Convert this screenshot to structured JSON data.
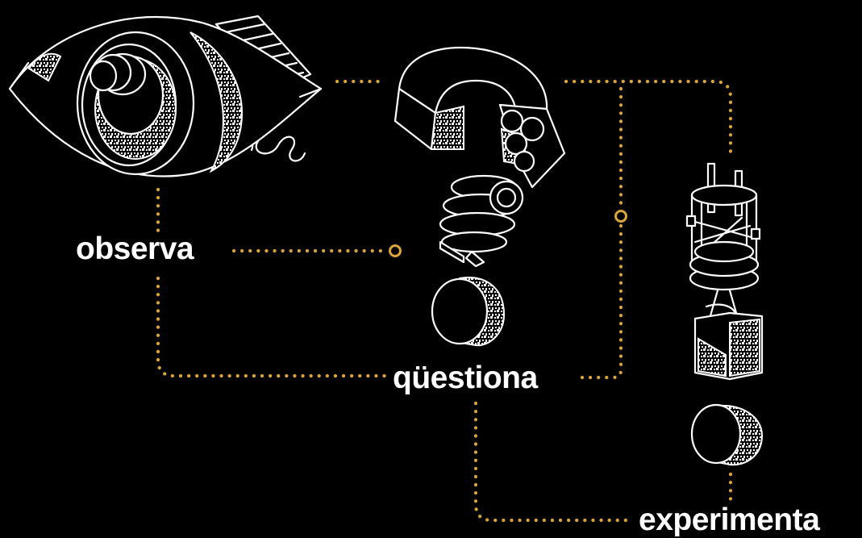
{
  "labels": {
    "observe": "observa",
    "question": "qüestiona",
    "experiment": "experimenta"
  },
  "colors": {
    "background": "#000000",
    "connector": "#d9a53a",
    "line_art": "#ffffff"
  },
  "icons": [
    "eye-icon",
    "question-mark-icon",
    "exclamation-mark-icon"
  ]
}
